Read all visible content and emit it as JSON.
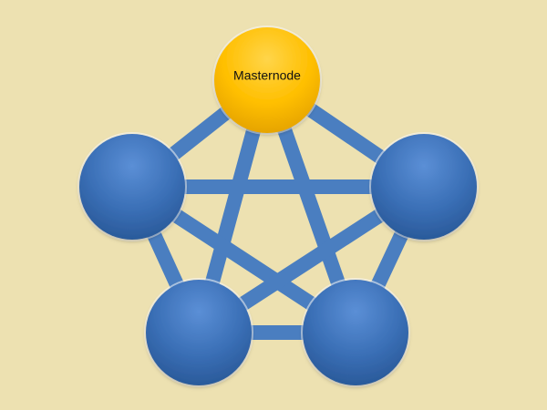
{
  "colors": {
    "background": "#EDE1B1",
    "edge": "#4A7EC0",
    "peer_node": "#3B6FB5",
    "master_node": "#FFBF00",
    "master_label": "#111111"
  },
  "nodes": [
    {
      "id": "master",
      "role": "master",
      "label": "Masternode"
    },
    {
      "id": "peer-left",
      "role": "peer",
      "label": ""
    },
    {
      "id": "peer-right",
      "role": "peer",
      "label": ""
    },
    {
      "id": "peer-bottom-left",
      "role": "peer",
      "label": ""
    },
    {
      "id": "peer-bottom-right",
      "role": "peer",
      "label": ""
    }
  ],
  "edges": [
    [
      "master",
      "peer-left"
    ],
    [
      "master",
      "peer-right"
    ],
    [
      "master",
      "peer-bottom-left"
    ],
    [
      "master",
      "peer-bottom-right"
    ],
    [
      "peer-left",
      "peer-right"
    ],
    [
      "peer-left",
      "peer-bottom-left"
    ],
    [
      "peer-left",
      "peer-bottom-right"
    ],
    [
      "peer-right",
      "peer-bottom-left"
    ],
    [
      "peer-right",
      "peer-bottom-right"
    ],
    [
      "peer-bottom-left",
      "peer-bottom-right"
    ]
  ]
}
